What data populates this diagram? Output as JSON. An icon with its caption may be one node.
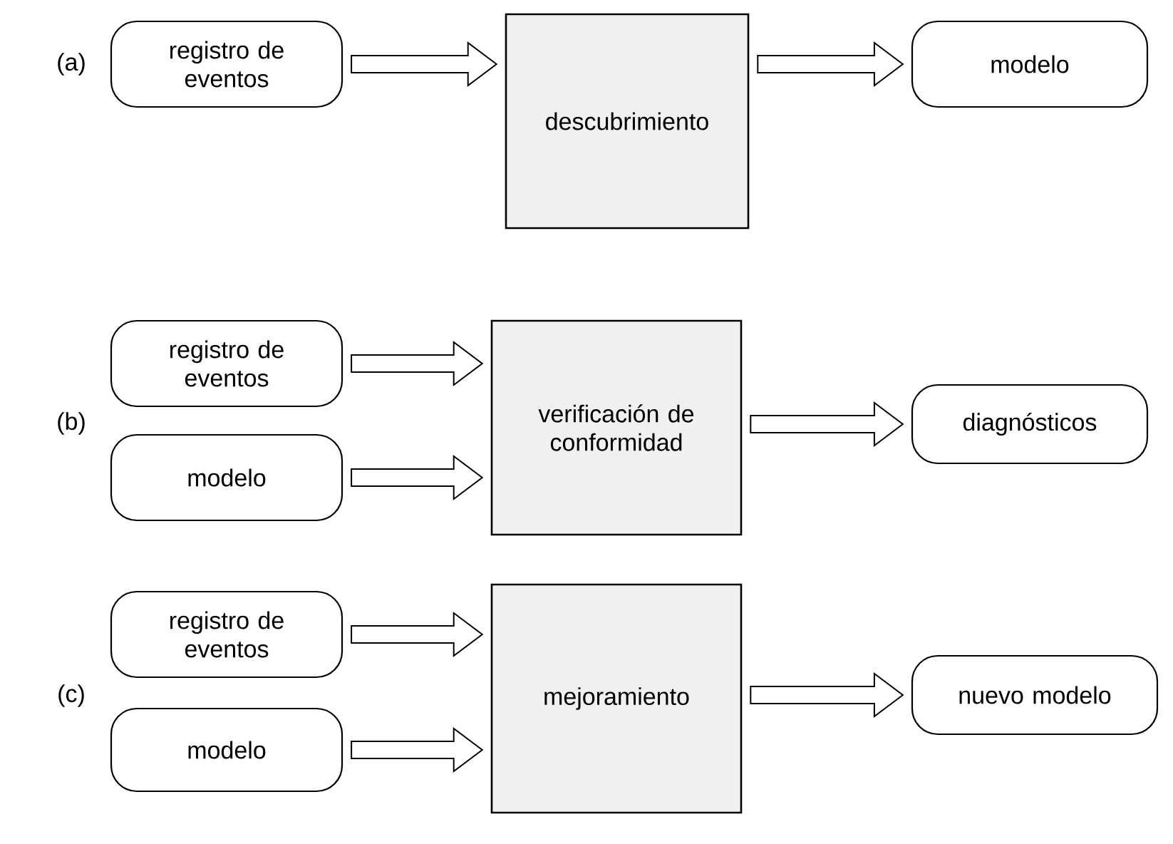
{
  "diagram": {
    "nodes": [
      {
        "text": [
          "registro de eventos"
        ]
      },
      {
        "text": [
          "descubrimiento"
        ]
      },
      {
        "text": [
          "modelo"
        ]
      },
      {
        "text": [
          "registro de eventos"
        ]
      },
      {
        "text": [
          "modelo"
        ]
      },
      {
        "text": [
          "verificación de conformidad"
        ]
      },
      {
        "text": [
          "diagnósticos"
        ]
      },
      {
        "text": [
          "registro de eventos"
        ]
      },
      {
        "text": [
          "modelo"
        ]
      },
      {
        "text": [
          "mejoramiento"
        ]
      },
      {
        "text": [
          "nuevo modelo"
        ]
      }
    ],
    "edges": [
      {
        "from": 0,
        "to": 1,
        "arrow": "to"
      },
      {
        "from": 1,
        "to": 2,
        "arrow": "to"
      },
      {
        "from": 3,
        "to": 5,
        "arrow": "to"
      },
      {
        "from": 4,
        "to": 5,
        "arrow": "to"
      },
      {
        "from": 5,
        "to": 6,
        "arrow": "to"
      },
      {
        "from": 7,
        "to": 9,
        "arrow": "to"
      },
      {
        "from": 8,
        "to": 9,
        "arrow": "to"
      },
      {
        "from": 9,
        "to": 10,
        "arrow": "to"
      }
    ],
    "labels": [
      "(a)",
      "(b)",
      "(c)"
    ]
  }
}
